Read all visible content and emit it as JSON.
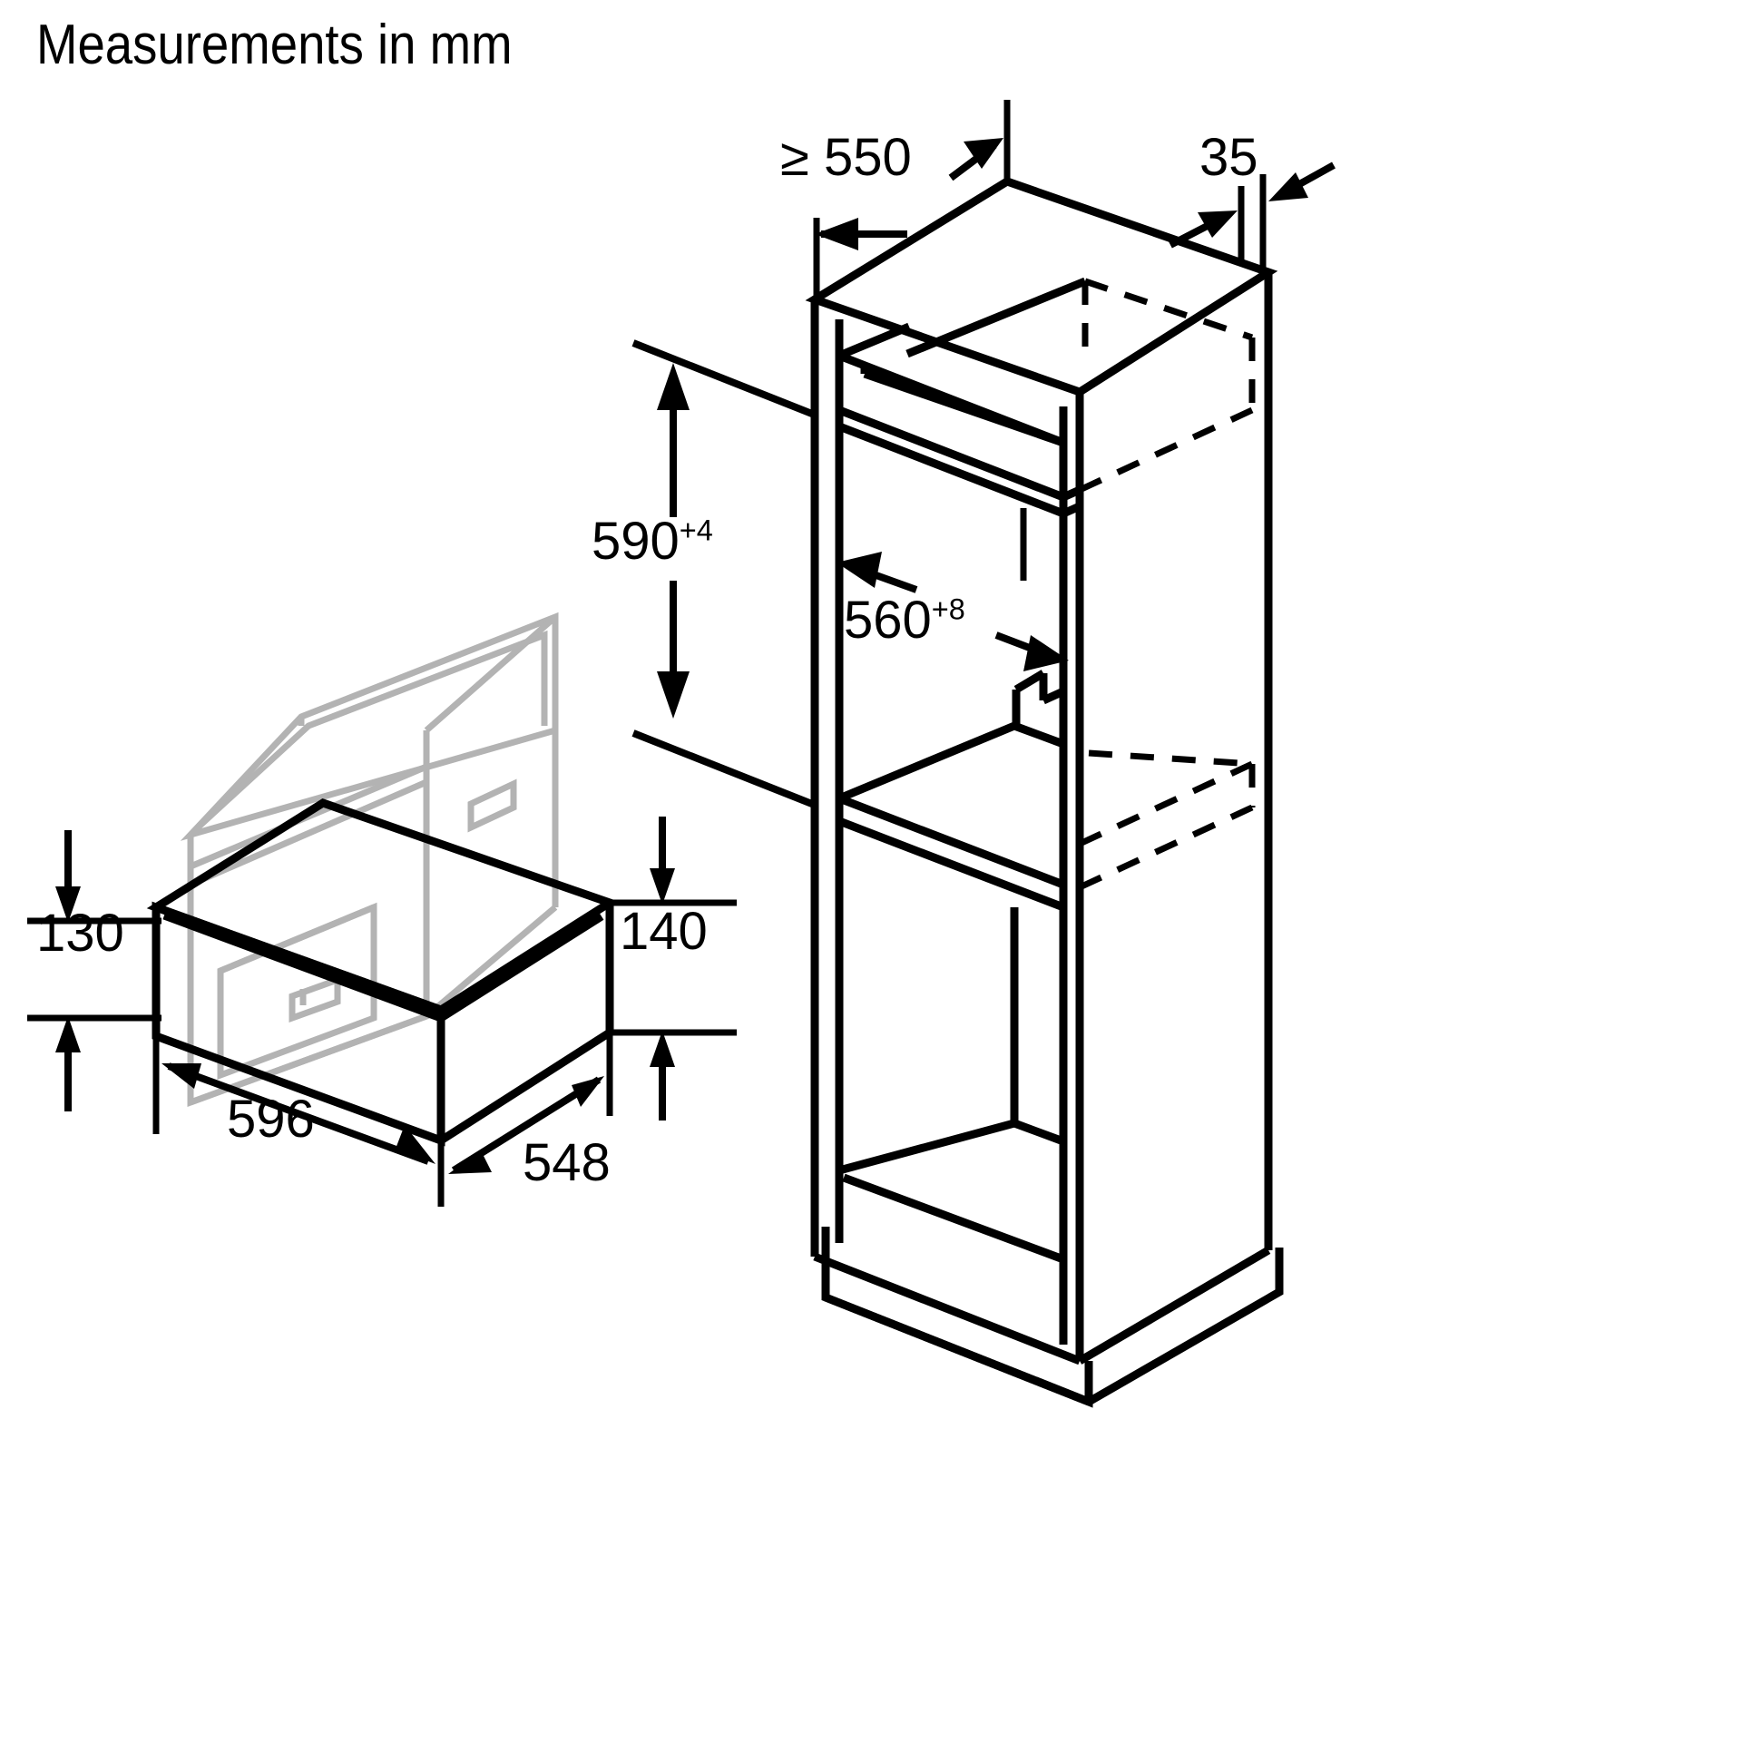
{
  "page": {
    "title": "Measurements in mm",
    "background": "#ffffff",
    "line_color": "#000000",
    "appliance_color": "#b3b3b3"
  },
  "drawing": {
    "type": "installation-dimension-diagram",
    "left_view_name": "built-in coffee machine isometric with plinth drawer",
    "right_view_name": "cabinet niche isometric"
  },
  "dimensions": {
    "niche_depth": {
      "label": "≥ 550",
      "value": "550",
      "prefix": "≥",
      "suffix": ""
    },
    "niche_offset": {
      "label": "35",
      "value": "35",
      "prefix": "",
      "suffix": ""
    },
    "niche_height": {
      "value": "590",
      "suffix": "+4"
    },
    "niche_width": {
      "value": "560",
      "suffix": "+8"
    },
    "appliance_front_height": {
      "label": "130",
      "value": "130",
      "prefix": "",
      "suffix": ""
    },
    "appliance_plinth_height": {
      "label": "140",
      "value": "140",
      "prefix": "",
      "suffix": ""
    },
    "appliance_width": {
      "label": "596",
      "value": "596",
      "prefix": "",
      "suffix": ""
    },
    "appliance_depth": {
      "label": "548",
      "value": "548",
      "prefix": "",
      "suffix": ""
    }
  },
  "chart_data": {
    "type": "table",
    "title": "Measurements in mm",
    "categories": [
      "≥ 550",
      "35",
      "590+4",
      "560+8",
      "130",
      "140",
      "596",
      "548"
    ],
    "values": [
      550,
      35,
      590,
      560,
      130,
      140,
      596,
      548
    ],
    "units": "mm",
    "notes": "Installation niche and appliance dimensions for a built-in coffee machine"
  }
}
